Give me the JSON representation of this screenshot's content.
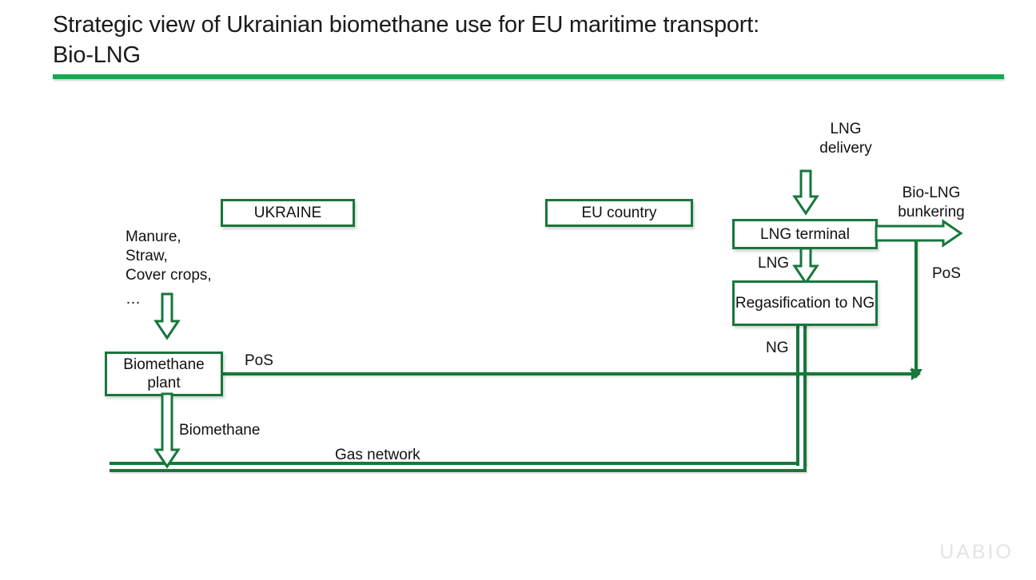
{
  "slide": {
    "title": "Strategic view of Ukrainian biomethane use for EU maritime transport:\nBio-LNG",
    "logo": "UABIO",
    "accent_green_bright": "#13AA52",
    "accent_green_dark": "#17773C",
    "background": "#FFFFFF"
  },
  "diagram": {
    "regions": {
      "ukraine": "UKRAINE",
      "eu_country": "EU country"
    },
    "nodes": {
      "biomethane_plant": "Biomethane\nplant",
      "lng_terminal": "LNG terminal",
      "regasification": "Regasification to\nNG"
    },
    "labels": {
      "feedstock": "Manure,\nStraw,\nCover crops,",
      "feedstock_ellipsis": "…",
      "lng_delivery": "LNG\ndelivery",
      "bio_lng_bunkering": "Bio-LNG\nbunkering",
      "pos_right": "PoS",
      "pos_left": "PoS",
      "lng": "LNG",
      "ng": "NG",
      "biomethane": "Biomethane",
      "gas_network": "Gas network"
    }
  }
}
